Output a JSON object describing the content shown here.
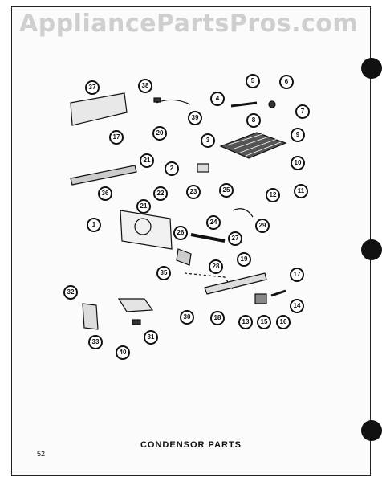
{
  "watermark": "AppliancePartsPros.com",
  "title": "CONDENSOR PARTS",
  "page_number": "52",
  "callouts": [
    "37",
    "38",
    "39",
    "4",
    "5",
    "6",
    "7",
    "3",
    "8",
    "9",
    "17",
    "20",
    "21",
    "2",
    "10",
    "11",
    "12",
    "36",
    "22",
    "23",
    "25",
    "1",
    "24",
    "26",
    "29",
    "27",
    "28",
    "35",
    "19",
    "17",
    "32",
    "30",
    "18",
    "13",
    "15",
    "16",
    "14",
    "33",
    "31",
    "40"
  ]
}
